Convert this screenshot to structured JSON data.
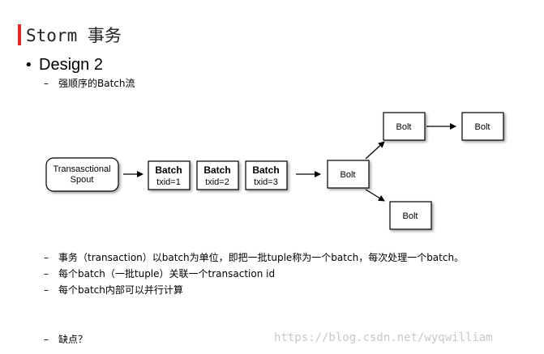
{
  "title": "Storm 事务",
  "heading": "Design 2",
  "subtitle": "强顺序的Batch流",
  "diagram": {
    "spout": [
      "Transasctional",
      "Spout"
    ],
    "batches": [
      {
        "label": "Batch",
        "txid": "txid=1"
      },
      {
        "label": "Batch",
        "txid": "txid=2"
      },
      {
        "label": "Batch",
        "txid": "txid=3"
      }
    ],
    "bolt_label": "Bolt"
  },
  "bullets": [
    "事务（transaction）以batch为单位，即把一批tuple称为一个batch，每次处理一个batch。",
    "每个batch（一批tuple）关联一个transaction id",
    "每个batch内部可以并行计算"
  ],
  "last_bullet": "缺点？",
  "watermark": "https://blog.csdn.net/wyqwilliam"
}
